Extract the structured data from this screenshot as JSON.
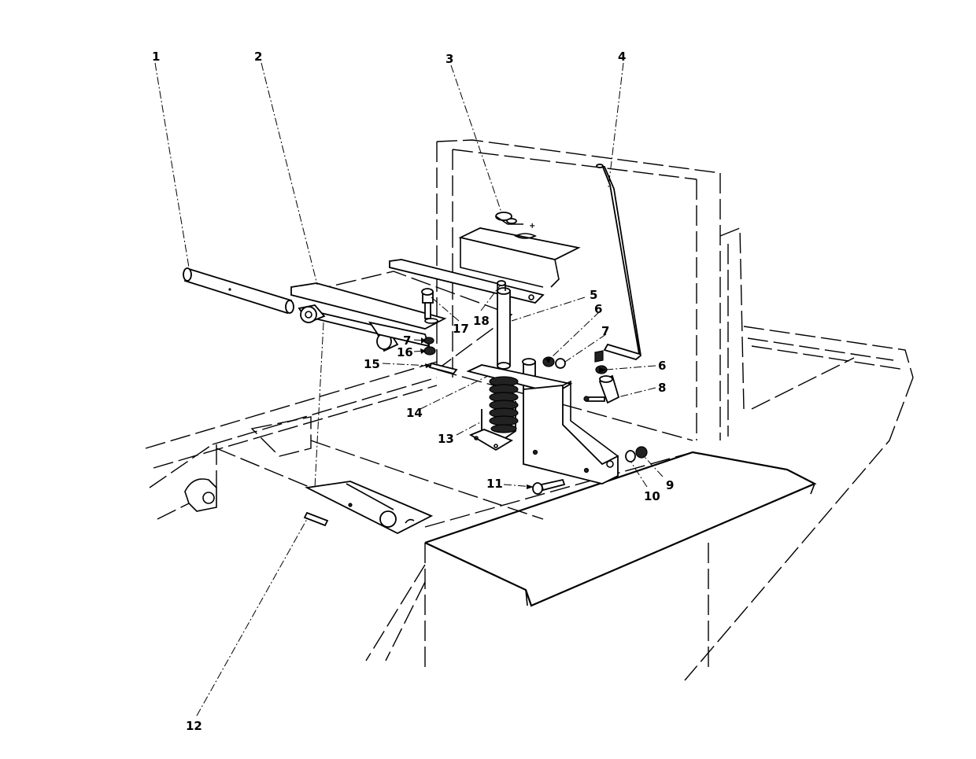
{
  "callouts": [
    {
      "id": "c1",
      "label": "1"
    },
    {
      "id": "c2",
      "label": "2"
    },
    {
      "id": "c3",
      "label": "3"
    },
    {
      "id": "c4",
      "label": "4"
    },
    {
      "id": "c5",
      "label": "5"
    },
    {
      "id": "c6a",
      "label": "6"
    },
    {
      "id": "c6b",
      "label": "6"
    },
    {
      "id": "c7a",
      "label": "7"
    },
    {
      "id": "c7b",
      "label": "7"
    },
    {
      "id": "c8",
      "label": "8"
    },
    {
      "id": "c9",
      "label": "9"
    },
    {
      "id": "c10",
      "label": "10"
    },
    {
      "id": "c11",
      "label": "11"
    },
    {
      "id": "c12",
      "label": "12"
    },
    {
      "id": "c13",
      "label": "13"
    },
    {
      "id": "c14",
      "label": "14"
    },
    {
      "id": "c15",
      "label": "15"
    },
    {
      "id": "c16",
      "label": "16"
    },
    {
      "id": "c17",
      "label": "17"
    },
    {
      "id": "c18",
      "label": "18"
    }
  ]
}
